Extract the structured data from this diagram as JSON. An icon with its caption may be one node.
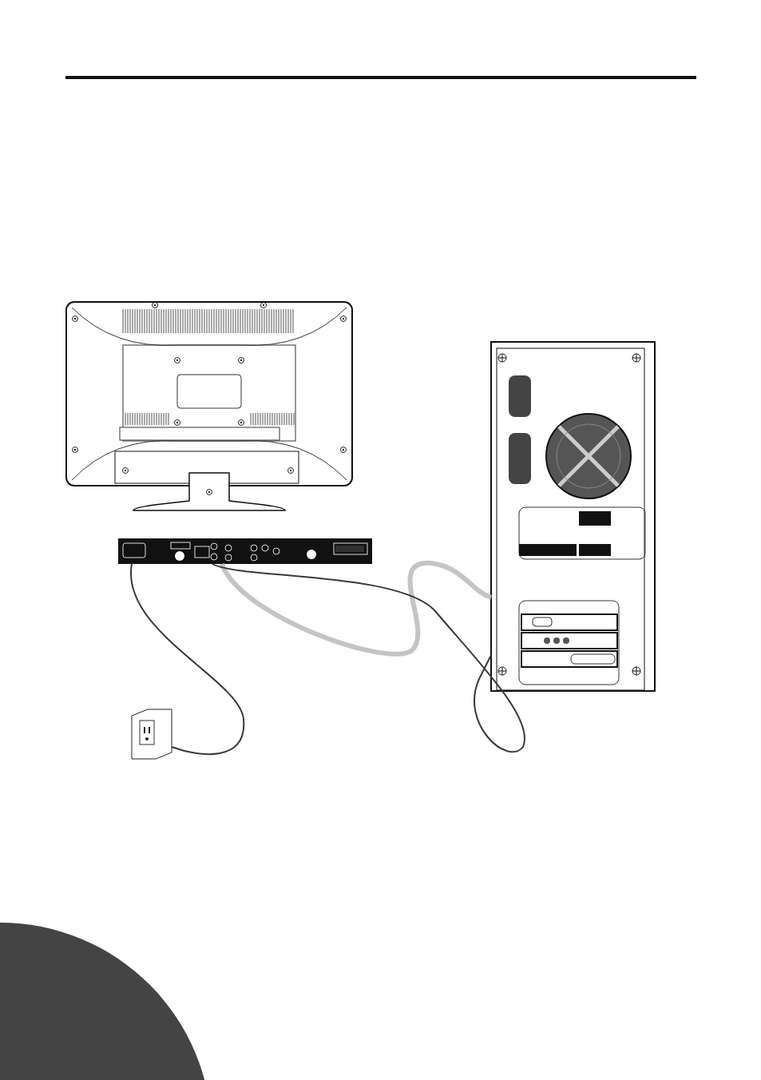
{
  "diagram": {
    "nodes": [
      {
        "text": [],
        "shape": "picture"
      },
      {
        "text": [],
        "shape": "picture"
      },
      {
        "text": [],
        "shape": "picture"
      },
      {
        "text": [],
        "shape": "picture"
      }
    ],
    "edges": [
      {
        "from": 1,
        "to": 2,
        "arrow": "none"
      },
      {
        "from": 1,
        "to": 3,
        "arrow": "none",
        "style": "thick",
        "color": "#c4c4c4"
      },
      {
        "from": 1,
        "to": 3,
        "arrow": "none"
      }
    ]
  }
}
